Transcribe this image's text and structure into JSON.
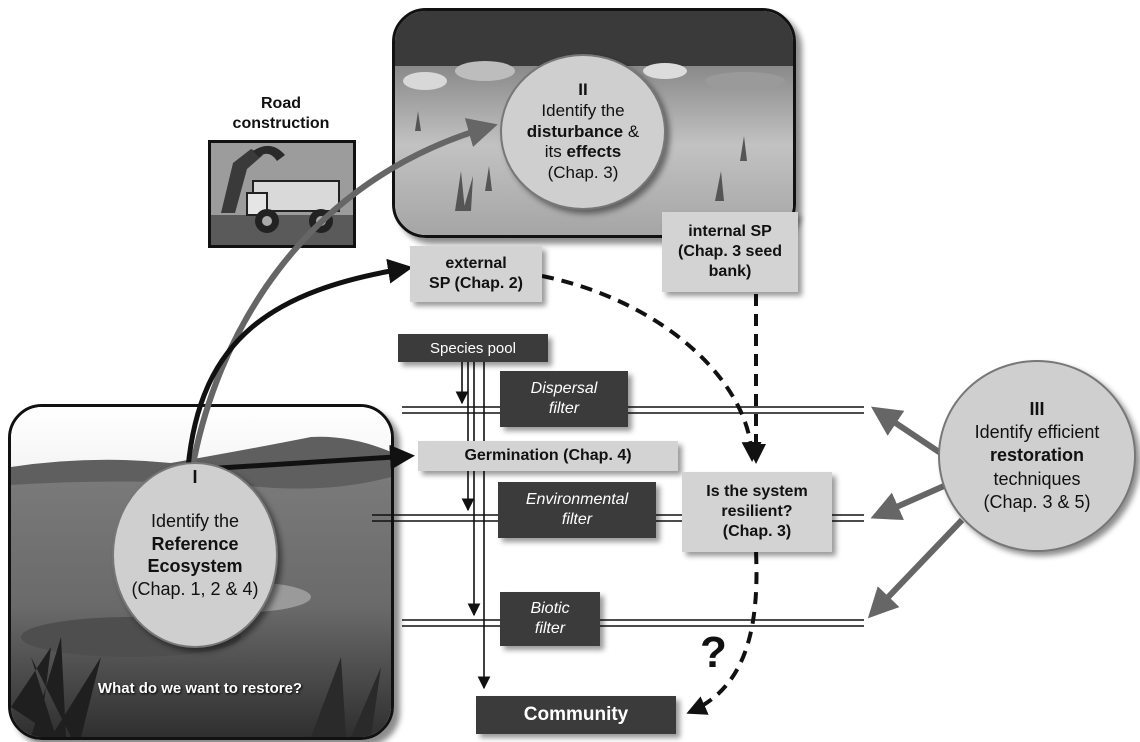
{
  "road_construction": {
    "line1": "Road",
    "line2": "construction"
  },
  "step_ii": {
    "numeral": "II",
    "line1": "Identify the",
    "line2_bold": "disturbance",
    "line2_rest": " &",
    "line3_pre": "its ",
    "line3_bold": "effects",
    "line4": "(Chap. 3)"
  },
  "step_i": {
    "numeral": "I",
    "line1": "Identify the",
    "line2": "Reference",
    "line3": "Ecosystem",
    "line4": "(Chap. 1, 2 & 4)"
  },
  "restore_question": "What do we want to restore?",
  "step_iii": {
    "numeral": "III",
    "line1": "Identify efficient",
    "line2": "restoration",
    "line3": "techniques",
    "line4": "(Chap. 3 & 5)"
  },
  "external_sp": {
    "line1": "external",
    "line2": "SP (Chap. 2)"
  },
  "internal_sp": {
    "line1": "internal SP",
    "line2": "(Chap. 3 seed",
    "line3": "bank)"
  },
  "species_pool": "Species pool",
  "dispersal_filter": {
    "line1": "Dispersal",
    "line2": "filter"
  },
  "germination": "Germination (Chap. 4)",
  "environmental_filter": {
    "line1": "Environmental",
    "line2": "filter"
  },
  "resilient": {
    "line1": "Is the system",
    "line2": "resilient?",
    "line3": "(Chap. 3)"
  },
  "biotic_filter": {
    "line1": "Biotic",
    "line2": "filter"
  },
  "question_mark": "?",
  "community": "Community",
  "colors": {
    "dark_box": "#3b3b3b",
    "light_box": "#d3d3d3",
    "circle": "#cfcfcf",
    "grey_arrow": "#666666"
  }
}
